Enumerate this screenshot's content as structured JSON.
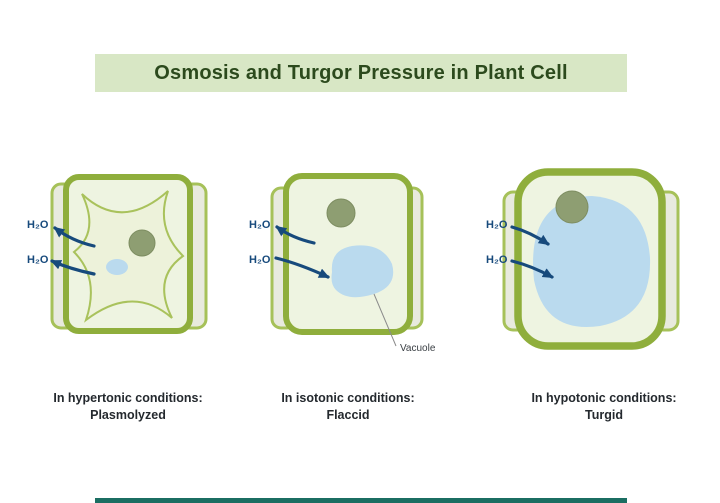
{
  "title": "Osmosis and Turgor Pressure in Plant Cell",
  "water_label": "H₂O",
  "vacuole_label": "Vacuole",
  "panels": [
    {
      "id": "hypertonic",
      "condition": "In hypertonic conditions:",
      "state": "Plasmolyzed"
    },
    {
      "id": "isotonic",
      "condition": "In isotonic conditions:",
      "state": "Flaccid"
    },
    {
      "id": "hypotonic",
      "condition": "In hypotonic conditions:",
      "state": "Turgid"
    }
  ],
  "colors": {
    "banner_bg": "#d8e7c5",
    "title_text": "#2c4a1d",
    "cell_wall_stroke": "#8fae3c",
    "cell_fill": "#eef4e1",
    "membrane_fill": "#edf2da",
    "membrane_stroke": "#a9c25c",
    "neighbor_fill": "#e8eade",
    "neighbor_stroke": "#a6c159",
    "nucleus_fill": "#8e9e72",
    "nucleus_stroke": "#7d8d61",
    "vacuole_fill": "#badaee",
    "arrow": "#174a7c",
    "caption_text": "#24292e",
    "label_text": "#3a3f44",
    "footer_bar": "#1b6e62"
  }
}
